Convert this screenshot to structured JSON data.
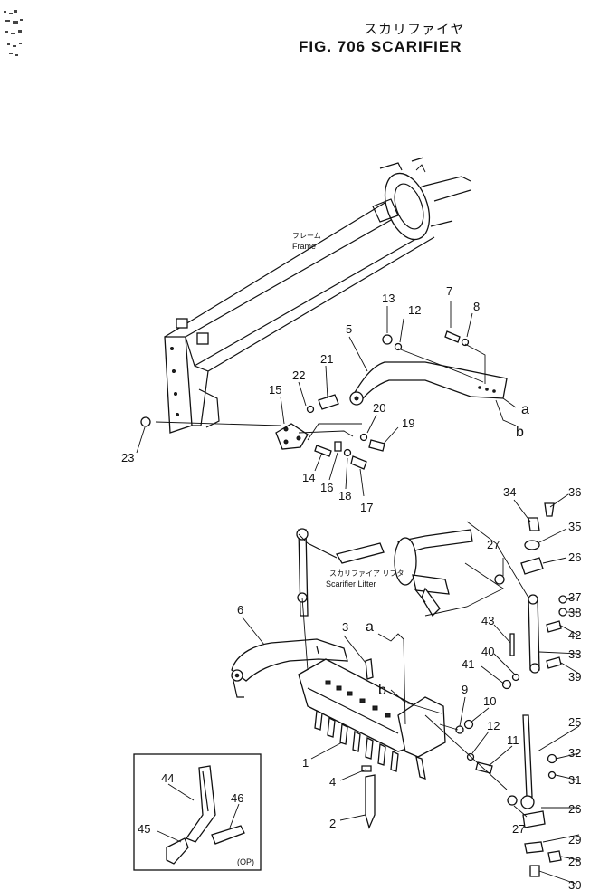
{
  "header": {
    "title_jp": "スカリファイヤ",
    "title_en": "FIG. 706  SCARIFIER"
  },
  "subtitles": {
    "frame_jp": "フレーム",
    "frame_en": "Frame",
    "lifter_jp": "スカリファイア リフタ",
    "lifter_en": "Scarifier Lifter"
  },
  "inset": {
    "note": "(OP)"
  },
  "callouts": [
    {
      "id": "c1",
      "text": "1"
    },
    {
      "id": "c2",
      "text": "2"
    },
    {
      "id": "c3",
      "text": "3"
    },
    {
      "id": "c4",
      "text": "4"
    },
    {
      "id": "c5",
      "text": "5"
    },
    {
      "id": "c6",
      "text": "6"
    },
    {
      "id": "c7",
      "text": "7"
    },
    {
      "id": "c8",
      "text": "8"
    },
    {
      "id": "c9",
      "text": "9"
    },
    {
      "id": "c10",
      "text": "10"
    },
    {
      "id": "c11",
      "text": "11"
    },
    {
      "id": "c12a",
      "text": "12"
    },
    {
      "id": "c12b",
      "text": "12"
    },
    {
      "id": "c13",
      "text": "13"
    },
    {
      "id": "c14",
      "text": "14"
    },
    {
      "id": "c15",
      "text": "15"
    },
    {
      "id": "c16",
      "text": "16"
    },
    {
      "id": "c17",
      "text": "17"
    },
    {
      "id": "c18",
      "text": "18"
    },
    {
      "id": "c19",
      "text": "19"
    },
    {
      "id": "c20",
      "text": "20"
    },
    {
      "id": "c21",
      "text": "21"
    },
    {
      "id": "c22",
      "text": "22"
    },
    {
      "id": "c23",
      "text": "23"
    },
    {
      "id": "c25",
      "text": "25"
    },
    {
      "id": "c26a",
      "text": "26"
    },
    {
      "id": "c26b",
      "text": "26"
    },
    {
      "id": "c27a",
      "text": "27"
    },
    {
      "id": "c27b",
      "text": "27"
    },
    {
      "id": "c28",
      "text": "28"
    },
    {
      "id": "c29",
      "text": "29"
    },
    {
      "id": "c30",
      "text": "30"
    },
    {
      "id": "c31",
      "text": "31"
    },
    {
      "id": "c32",
      "text": "32"
    },
    {
      "id": "c33",
      "text": "33"
    },
    {
      "id": "c34",
      "text": "34"
    },
    {
      "id": "c35",
      "text": "35"
    },
    {
      "id": "c36",
      "text": "36"
    },
    {
      "id": "c37",
      "text": "37"
    },
    {
      "id": "c38",
      "text": "38"
    },
    {
      "id": "c39",
      "text": "39"
    },
    {
      "id": "c40",
      "text": "40"
    },
    {
      "id": "c41",
      "text": "41"
    },
    {
      "id": "c42",
      "text": "42"
    },
    {
      "id": "c43",
      "text": "43"
    },
    {
      "id": "c44",
      "text": "44"
    },
    {
      "id": "c45",
      "text": "45"
    },
    {
      "id": "c46",
      "text": "46"
    },
    {
      "id": "ca1",
      "text": "a"
    },
    {
      "id": "cb1",
      "text": "b"
    },
    {
      "id": "ca2",
      "text": "a"
    },
    {
      "id": "cb2",
      "text": "b"
    }
  ]
}
